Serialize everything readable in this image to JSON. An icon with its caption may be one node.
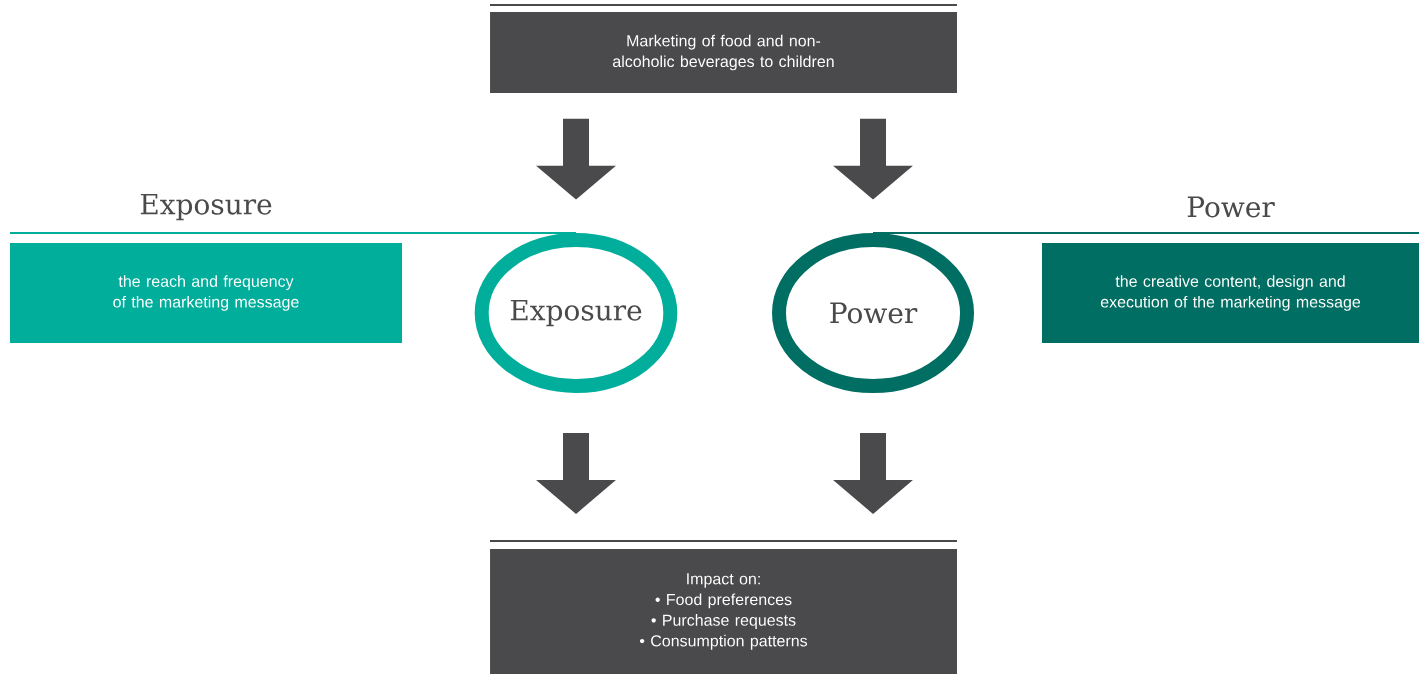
{
  "diagram": {
    "nodes": [
      {
        "text": [
          "Marketing of food and non-alcoholic beverages to children"
        ]
      },
      {
        "text": [
          "Exposure"
        ]
      },
      {
        "text": [
          "Power"
        ]
      },
      {
        "text": [
          "Exposure",
          "the reach and frequency of the marketing message"
        ]
      },
      {
        "text": [
          "Power",
          "the creative content, design and execution of the marketing message"
        ]
      },
      {
        "text": [
          "Impact on:",
          "• Food preferences",
          "• Purchase requests",
          "• Consumption patterns"
        ]
      }
    ],
    "edges": [
      {
        "from": 0,
        "to": 1,
        "arrow": "to"
      },
      {
        "from": 0,
        "to": 2,
        "arrow": "to"
      },
      {
        "from": 1,
        "to": 5,
        "arrow": "to"
      },
      {
        "from": 2,
        "to": 5,
        "arrow": "to"
      }
    ]
  }
}
